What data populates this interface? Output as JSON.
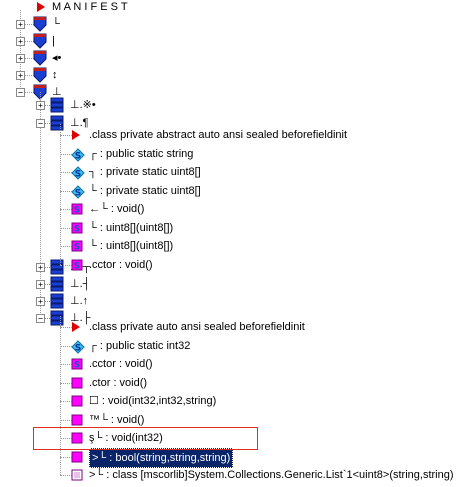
{
  "tree": {
    "manifest": "M A N I F E S T",
    "namespaces": [
      {
        "label": "└"
      },
      {
        "label": "|"
      },
      {
        "label": "◂•"
      },
      {
        "label": "↕"
      },
      {
        "label": "⊥"
      }
    ],
    "classes": [
      {
        "label": "⊥.※•"
      },
      {
        "label": "⊥.¶"
      },
      {
        "label": "⊥.┬"
      },
      {
        "label": "⊥.┤"
      },
      {
        "label": "⊥.↑"
      },
      {
        "label": "⊥.├"
      }
    ],
    "class1_members": [
      {
        "kind": "class-info",
        "label": ".class private abstract auto ansi sealed beforefieldinit"
      },
      {
        "kind": "static-field",
        "label": "┌ : public static string"
      },
      {
        "kind": "static-field",
        "label": "┐ : private static uint8[]"
      },
      {
        "kind": "static-field",
        "label": "└ : private static uint8[]"
      },
      {
        "kind": "static-method",
        "label": "←└ : void()"
      },
      {
        "kind": "static-method",
        "label": "└ : uint8[](uint8[])"
      },
      {
        "kind": "static-method",
        "label": "└ : uint8[](uint8[])"
      },
      {
        "kind": "static-method",
        "label": ".cctor : void()"
      }
    ],
    "class2_members": [
      {
        "kind": "class-info",
        "label": ".class private auto ansi sealed beforefieldinit"
      },
      {
        "kind": "static-field",
        "label": "┌ : public static int32"
      },
      {
        "kind": "static-method",
        "label": ".cctor : void()"
      },
      {
        "kind": "method",
        "label": ".ctor : void()"
      },
      {
        "kind": "method",
        "label": "☐ : void(int32,int32,string)"
      },
      {
        "kind": "method",
        "label": "™└ : void()"
      },
      {
        "kind": "method",
        "label": "ş└ : void(int32)"
      },
      {
        "kind": "method",
        "label": ">└ : bool(string,string,string)",
        "selected": true
      },
      {
        "kind": "method-outline",
        "label": ">└ : class [mscorlib]System.Collections.Generic.List`1<uint8>(string,string)"
      }
    ]
  },
  "colors": {
    "selection": "#0a246a",
    "highlight_box": "#e03020",
    "namespace_icon": "#1a3fd0",
    "method_icon": "#ff00ff",
    "class_triangle": "#e00000",
    "static_s": "#2aa0e0"
  },
  "icons": {
    "expand": "plus-box-icon",
    "collapse": "minus-box-icon",
    "namespace": "namespace-shield-icon",
    "class": "class-blocks-icon",
    "method": "method-square-icon",
    "static_method": "static-method-s-icon",
    "static_field": "static-field-s-diamond-icon",
    "class_info": "red-triangle-icon"
  }
}
